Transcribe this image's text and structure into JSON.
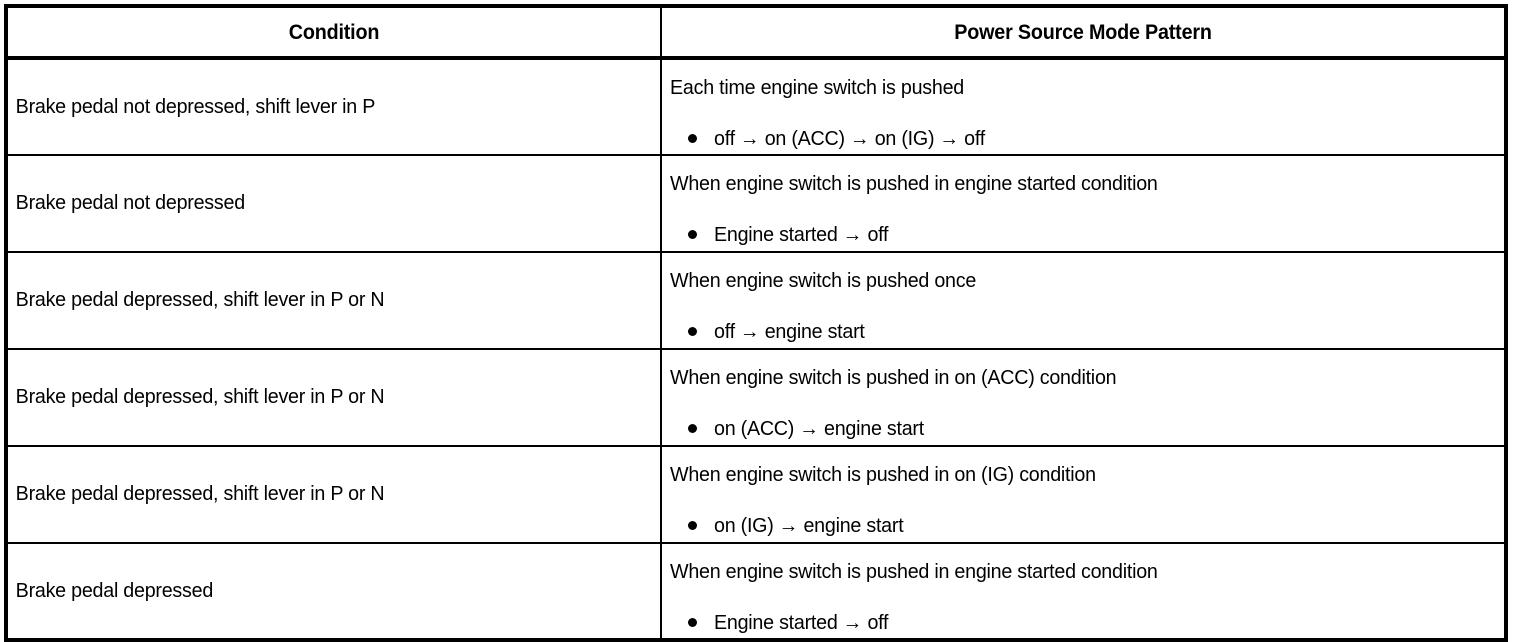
{
  "table": {
    "headers": {
      "condition": "Condition",
      "pattern": "Power Source Mode Pattern"
    },
    "rows": [
      {
        "condition": "Brake pedal not depressed, shift lever in P",
        "pattern_heading": "Each time engine switch is pushed",
        "pattern_bullet": "off → on (ACC) → on (IG) → off"
      },
      {
        "condition": "Brake pedal not depressed",
        "pattern_heading": "When engine switch is pushed in engine started condition",
        "pattern_bullet": "Engine started → off"
      },
      {
        "condition": "Brake pedal depressed, shift lever in P or N",
        "pattern_heading": "When engine switch is pushed once",
        "pattern_bullet": "off → engine start"
      },
      {
        "condition": "Brake pedal depressed, shift lever in P or N",
        "pattern_heading": "When engine switch is pushed in on (ACC) condition",
        "pattern_bullet": "on (ACC) → engine start"
      },
      {
        "condition": "Brake pedal depressed, shift lever in P or N",
        "pattern_heading": "When engine switch is pushed in on (IG) condition",
        "pattern_bullet": "on (IG) → engine start"
      },
      {
        "condition": "Brake pedal depressed",
        "pattern_heading": "When engine switch is pushed in engine started condition",
        "pattern_bullet": "Engine started → off"
      }
    ]
  },
  "style": {
    "border_color": "#000000",
    "text_color": "#000000",
    "background": "#ffffff"
  }
}
